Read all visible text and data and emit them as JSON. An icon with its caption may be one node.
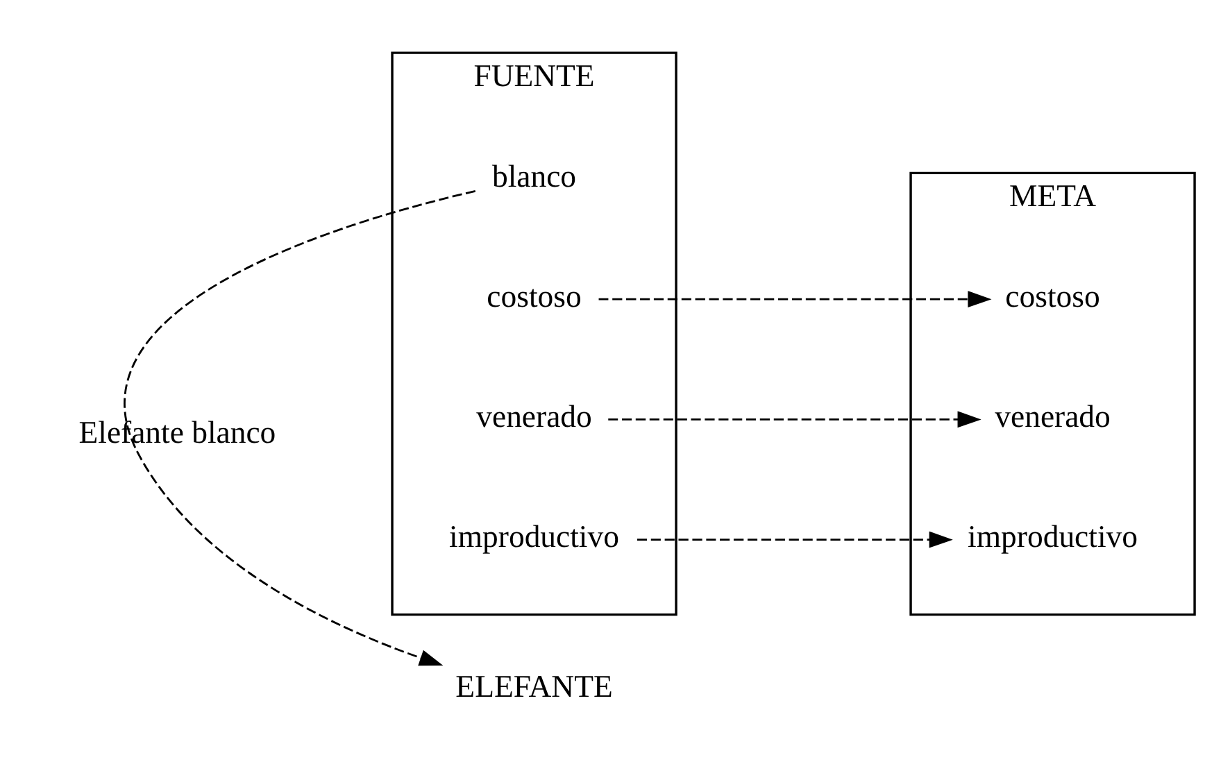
{
  "diagram": {
    "nodes": [
      {
        "text": [
          "FUENTE"
        ]
      },
      {
        "text": [
          "META"
        ]
      },
      {
        "text": [
          "ELEFANTE"
        ]
      },
      {
        "text": [
          "blanco"
        ],
        "in": 0
      },
      {
        "text": [
          "costoso"
        ],
        "in": 0
      },
      {
        "text": [
          "venerado"
        ],
        "in": 0
      },
      {
        "text": [
          "improductivo"
        ],
        "in": 0
      },
      {
        "text": [
          "costoso"
        ],
        "in": 1
      },
      {
        "text": [
          "venerado"
        ],
        "in": 1
      },
      {
        "text": [
          "improductivo"
        ],
        "in": 1
      }
    ],
    "edges": [
      {
        "from": 3,
        "to": 2,
        "arrow": "to",
        "style": "dashed",
        "label": "Elefante blanco"
      },
      {
        "from": 4,
        "to": 7,
        "arrow": "to",
        "style": "dashed"
      },
      {
        "from": 5,
        "to": 8,
        "arrow": "to",
        "style": "dashed"
      },
      {
        "from": 6,
        "to": 9,
        "arrow": "to",
        "style": "dashed"
      }
    ]
  }
}
